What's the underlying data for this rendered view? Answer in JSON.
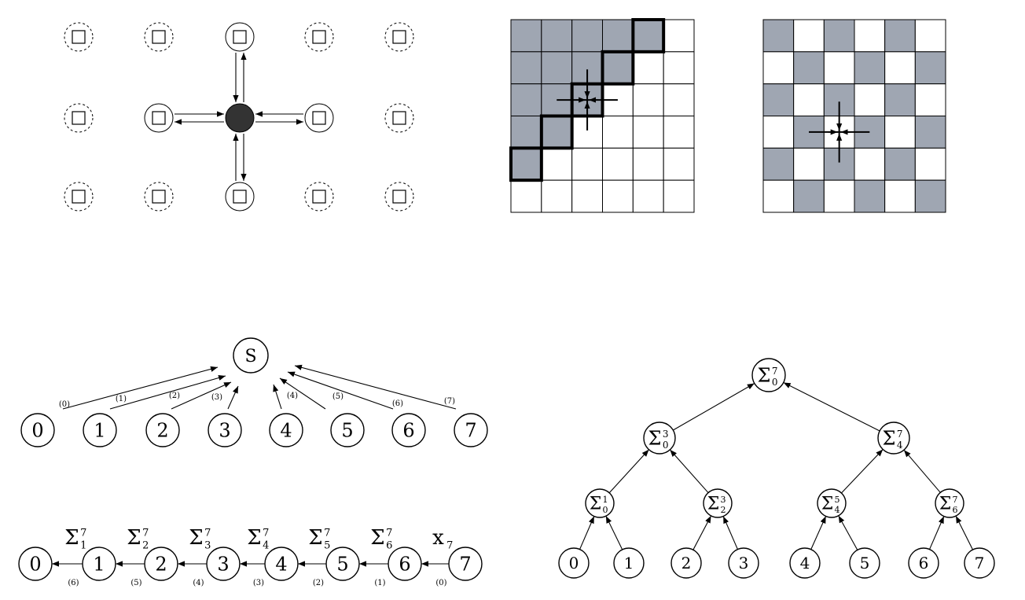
{
  "stencil": {
    "rows": 3,
    "cols": 5,
    "center": [
      1,
      2
    ]
  },
  "grid_diagonal": {
    "size": 6,
    "shaded": [
      [
        1,
        1,
        1,
        1,
        1,
        0
      ],
      [
        1,
        1,
        1,
        1,
        0,
        0
      ],
      [
        1,
        1,
        1,
        0,
        0,
        0
      ],
      [
        1,
        1,
        0,
        0,
        0,
        0
      ],
      [
        1,
        0,
        0,
        0,
        0,
        0
      ],
      [
        0,
        0,
        0,
        0,
        0,
        0
      ]
    ],
    "boundary_cells": [
      [
        0,
        4
      ],
      [
        1,
        3
      ],
      [
        2,
        2
      ],
      [
        3,
        1
      ],
      [
        4,
        0
      ]
    ],
    "star_cell": [
      2,
      2
    ],
    "shade_color": "#9fa6b2"
  },
  "grid_checker": {
    "size": 6,
    "shaded": [
      [
        1,
        0,
        1,
        0,
        1,
        0
      ],
      [
        0,
        1,
        0,
        1,
        0,
        1
      ],
      [
        1,
        0,
        1,
        0,
        1,
        0
      ],
      [
        0,
        1,
        0,
        1,
        0,
        1
      ],
      [
        1,
        0,
        1,
        0,
        1,
        0
      ],
      [
        0,
        1,
        0,
        1,
        0,
        1
      ]
    ],
    "star_cell": [
      3,
      2
    ],
    "shade_color": "#9fa6b2"
  },
  "star_reduction": {
    "root": "S",
    "nodes": [
      "0",
      "1",
      "2",
      "3",
      "4",
      "5",
      "6",
      "7"
    ],
    "edge_labels": [
      "(0)",
      "(1)",
      "(2)",
      "(3)",
      "(4)",
      "(5)",
      "(6)",
      "(7)"
    ]
  },
  "chain": {
    "nodes": [
      "0",
      "1",
      "2",
      "3",
      "4",
      "5",
      "6",
      "7"
    ],
    "top_labels": [
      {
        "base": "Σ",
        "sub": "1",
        "sup": "7"
      },
      {
        "base": "Σ",
        "sub": "2",
        "sup": "7"
      },
      {
        "base": "Σ",
        "sub": "3",
        "sup": "7"
      },
      {
        "base": "Σ",
        "sub": "4",
        "sup": "7"
      },
      {
        "base": "Σ",
        "sub": "5",
        "sup": "7"
      },
      {
        "base": "Σ",
        "sub": "6",
        "sup": "7"
      },
      {
        "base": "x",
        "sub": "7",
        "sup": ""
      }
    ],
    "edge_labels": [
      "(6)",
      "(5)",
      "(4)",
      "(3)",
      "(2)",
      "(1)",
      "(0)"
    ]
  },
  "tree": {
    "leaves": [
      "0",
      "1",
      "2",
      "3",
      "4",
      "5",
      "6",
      "7"
    ],
    "level1": [
      {
        "base": "Σ",
        "sub": "0",
        "sup": "1"
      },
      {
        "base": "Σ",
        "sub": "2",
        "sup": "3"
      },
      {
        "base": "Σ",
        "sub": "4",
        "sup": "5"
      },
      {
        "base": "Σ",
        "sub": "6",
        "sup": "7"
      }
    ],
    "level2": [
      {
        "base": "Σ",
        "sub": "0",
        "sup": "3"
      },
      {
        "base": "Σ",
        "sub": "4",
        "sup": "7"
      }
    ],
    "root": {
      "base": "Σ",
      "sub": "0",
      "sup": "7"
    }
  }
}
